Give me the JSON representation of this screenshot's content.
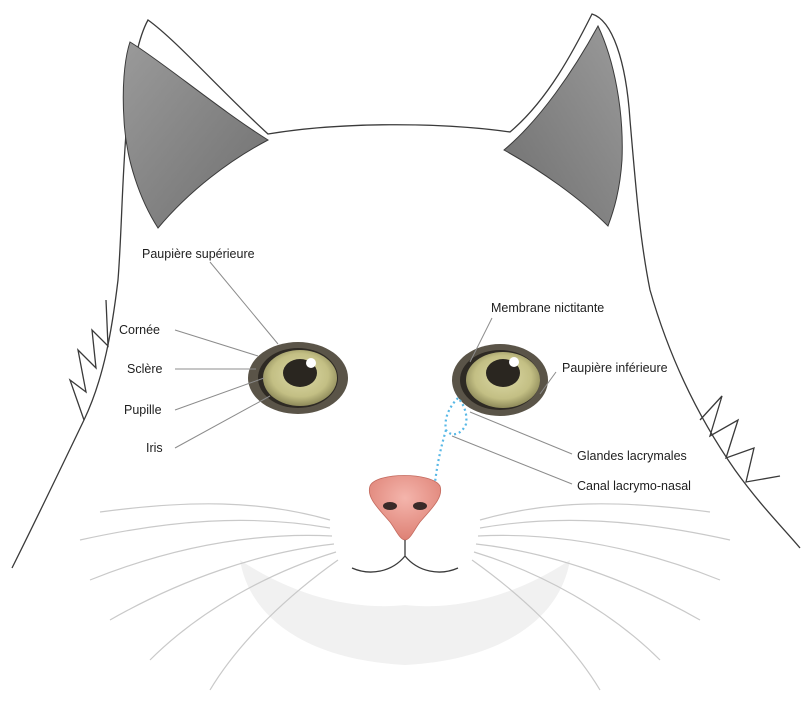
{
  "labels": {
    "upper_eyelid": "Paupière supérieure",
    "cornea": "Cornée",
    "sclera": "Sclère",
    "pupil": "Pupille",
    "iris": "Iris",
    "nictitating_membrane": "Membrane nictitante",
    "lower_eyelid": "Paupière inférieure",
    "lacrimal_glands": "Glandes lacrymales",
    "nasolacrimal_duct": "Canal lacrymo-nasal"
  },
  "colors": {
    "ear_inner": "#8a8a8a",
    "iris": "#c3bf84",
    "eye_ring": "#5a5448",
    "nose": "#e9978d",
    "duct": "#58b8e6",
    "muzzle_shadow": "#ededed"
  }
}
